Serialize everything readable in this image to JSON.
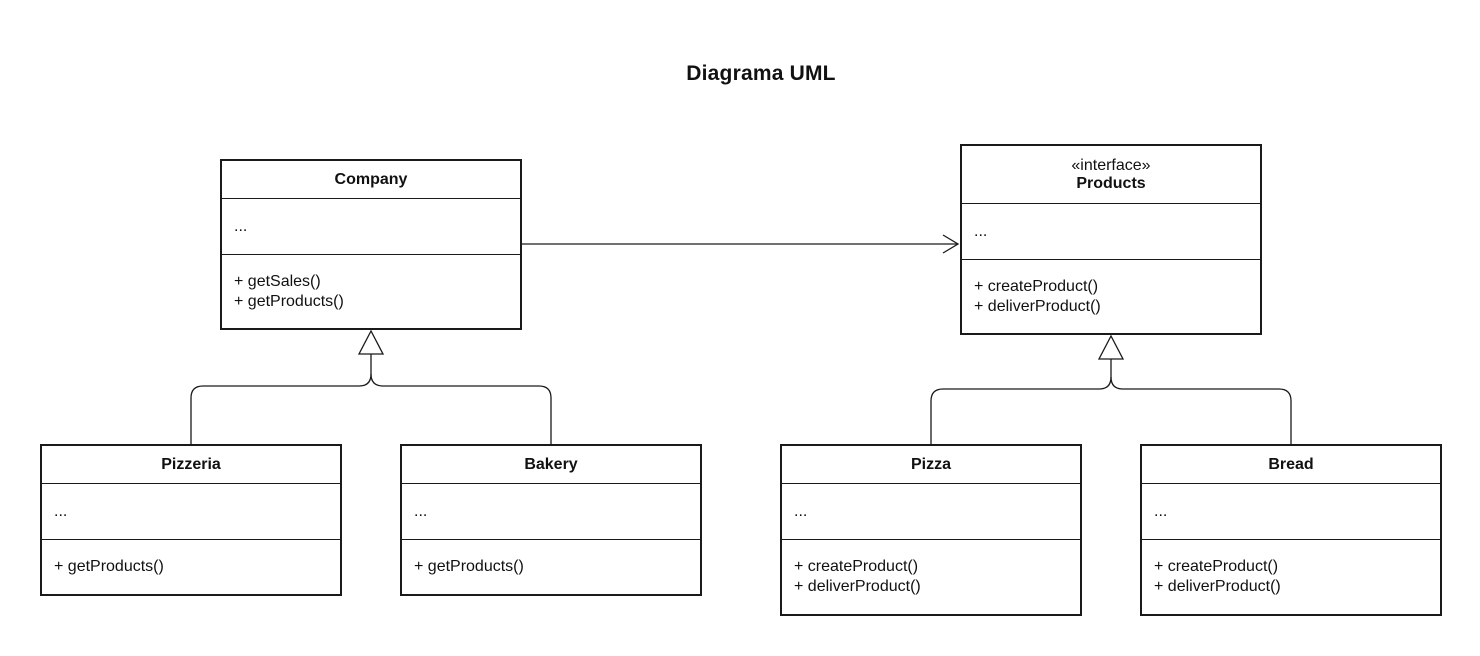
{
  "title": "Diagrama UML",
  "classes": {
    "company": {
      "name": "Company",
      "attributes": "...",
      "methods": [
        "+ getSales()",
        "+ getProducts()"
      ]
    },
    "products": {
      "stereotype": "«interface»",
      "name": "Products",
      "attributes": "...",
      "methods": [
        "+ createProduct()",
        "+ deliverProduct()"
      ]
    },
    "pizzeria": {
      "name": "Pizzeria",
      "attributes": "...",
      "methods": [
        "+ getProducts()"
      ]
    },
    "bakery": {
      "name": "Bakery",
      "attributes": "...",
      "methods": [
        "+ getProducts()"
      ]
    },
    "pizza": {
      "name": "Pizza",
      "attributes": "...",
      "methods": [
        "+ createProduct()",
        "+ deliverProduct()"
      ]
    },
    "bread": {
      "name": "Bread",
      "attributes": "...",
      "methods": [
        "+ createProduct()",
        "+ deliverProduct()"
      ]
    }
  },
  "relationships": [
    {
      "type": "association",
      "from": "Company",
      "to": "Products"
    },
    {
      "type": "inheritance",
      "from": "Pizzeria",
      "to": "Company"
    },
    {
      "type": "inheritance",
      "from": "Bakery",
      "to": "Company"
    },
    {
      "type": "realization",
      "from": "Pizza",
      "to": "Products"
    },
    {
      "type": "realization",
      "from": "Bread",
      "to": "Products"
    }
  ],
  "colors": {
    "line": "#1a1a1a",
    "background": "#ffffff"
  }
}
